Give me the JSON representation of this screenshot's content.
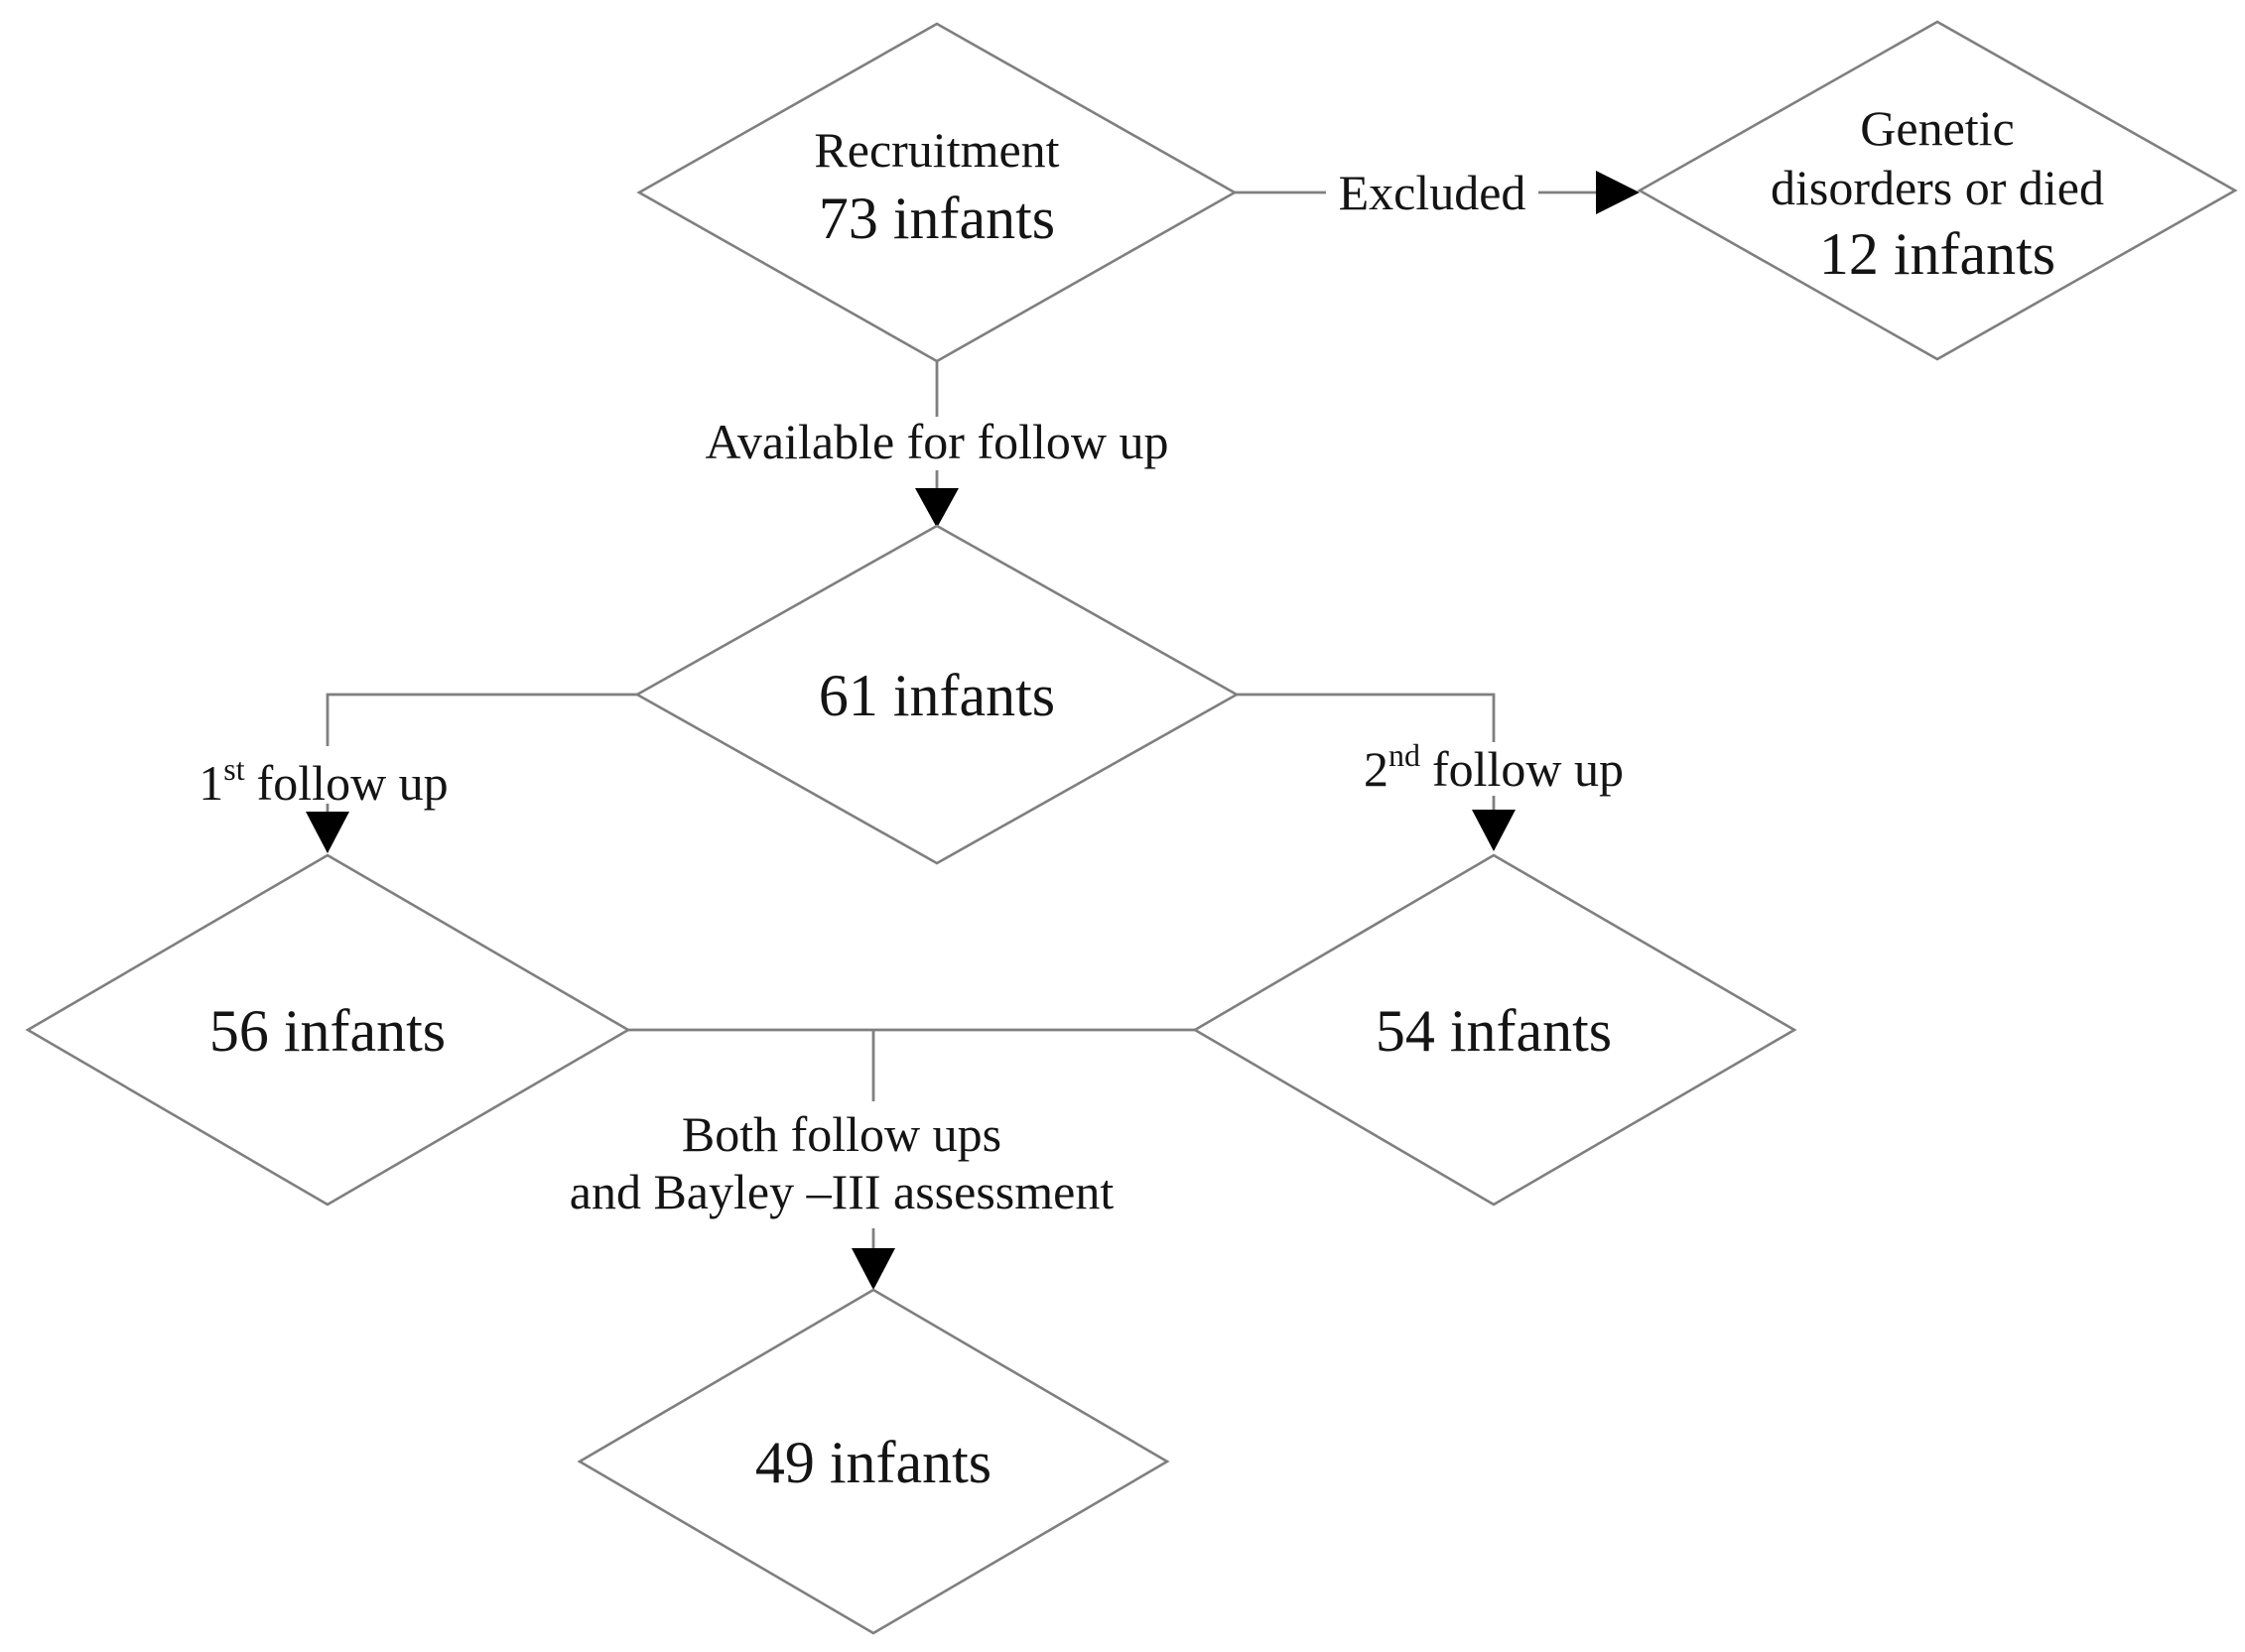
{
  "diagram": {
    "type": "flowchart",
    "colors": {
      "background": "#ffffff",
      "node_border": "#7f7f7f",
      "connector": "#7f7f7f",
      "arrowhead": "#000000",
      "text": "#141414"
    },
    "nodes": {
      "recruitment": {
        "shape": "diamond",
        "line1": "Recruitment",
        "line2": "73 infants"
      },
      "excluded_group": {
        "shape": "diamond",
        "line1": "Genetic",
        "line2": "disorders or died",
        "line3": "12 infants"
      },
      "available": {
        "shape": "diamond",
        "label": "61 infants"
      },
      "first_followup": {
        "shape": "diamond",
        "label": "56 infants"
      },
      "second_followup": {
        "shape": "diamond",
        "label": "54 infants"
      },
      "both_followups": {
        "shape": "diamond",
        "label": "49 infants"
      }
    },
    "edges": {
      "excluded_label": "Excluded",
      "available_label": "Available for follow up",
      "first_followup_label": {
        "num": "1",
        "sup": "st",
        "rest": "follow up"
      },
      "second_followup_label": {
        "num": "2",
        "sup": "nd",
        "rest": "follow up"
      },
      "both_followups_label_line1": "Both follow ups",
      "both_followups_label_line2": "and Bayley –III assessment"
    }
  }
}
